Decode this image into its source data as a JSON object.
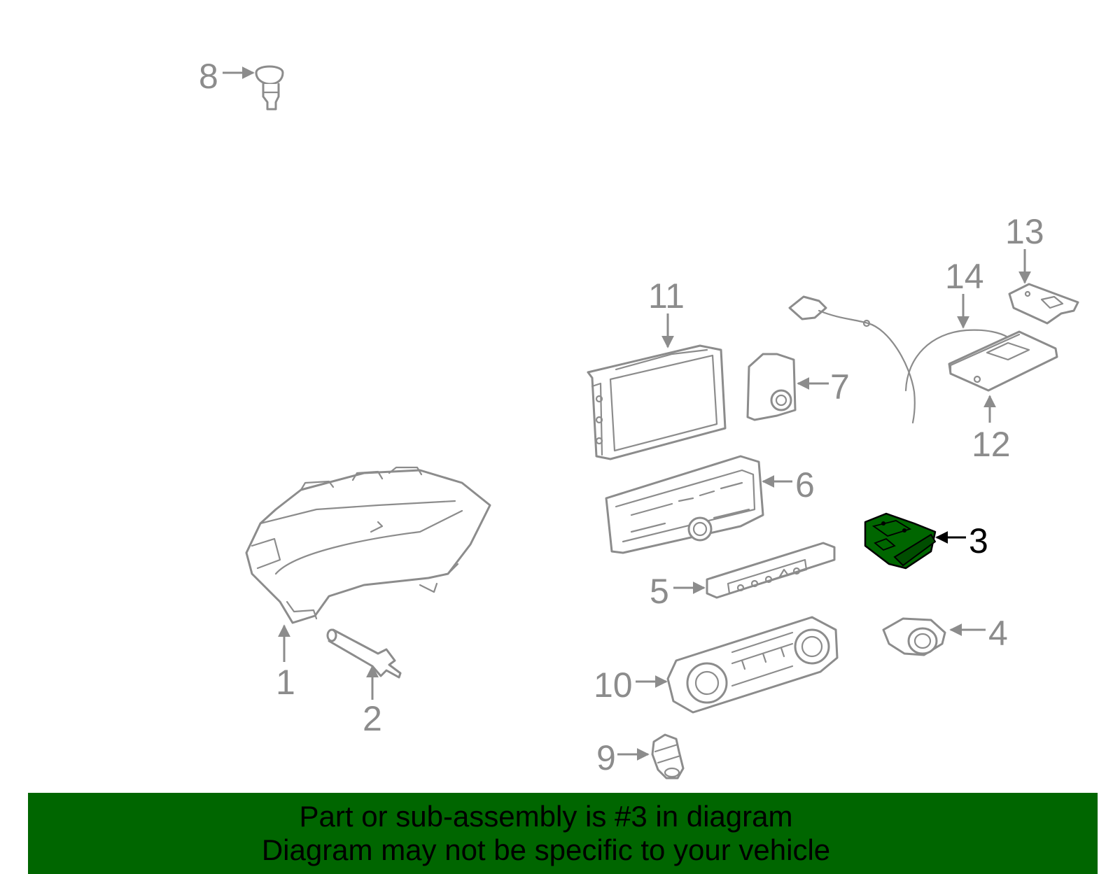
{
  "diagram": {
    "highlight_color": "#006600",
    "line_color": "#8c8c8c",
    "highlighted_part": "3",
    "callouts": {
      "c1": "1",
      "c2": "2",
      "c3": "3",
      "c4": "4",
      "c5": "5",
      "c6": "6",
      "c7": "7",
      "c8": "8",
      "c9": "9",
      "c10": "10",
      "c11": "11",
      "c12": "12",
      "c13": "13",
      "c14": "14"
    }
  },
  "banner": {
    "background": "#006600",
    "line1": "Part or sub-assembly is #3 in diagram",
    "line2": "Diagram may not be specific to your vehicle"
  }
}
